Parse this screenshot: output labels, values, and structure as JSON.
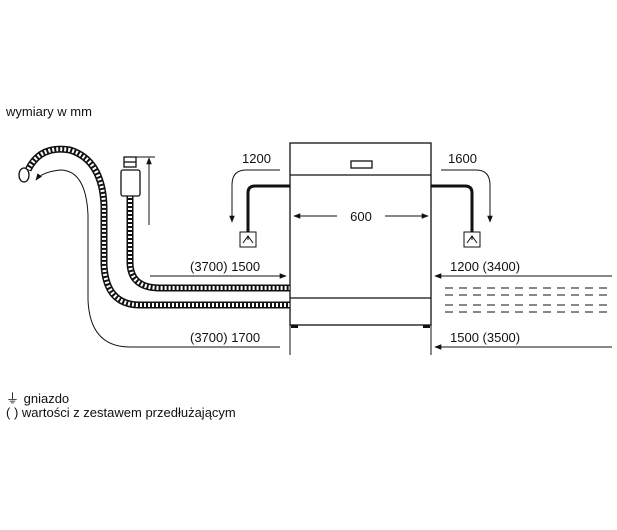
{
  "units_label": "wymiary w mm",
  "dimensions": {
    "left_drain_height": "1200",
    "right_drain_height": "1600",
    "width": "600",
    "left_upper": "(3700) 1500",
    "left_lower": "(3700) 1700",
    "right_upper": "1200 (3400)",
    "right_lower": "1500 (3500)"
  },
  "legend": {
    "socket_symbol": "⏚",
    "socket_label": "gniazdo",
    "extension_symbol": "( )",
    "extension_label": "wartości z zestawem przedłużającym"
  }
}
